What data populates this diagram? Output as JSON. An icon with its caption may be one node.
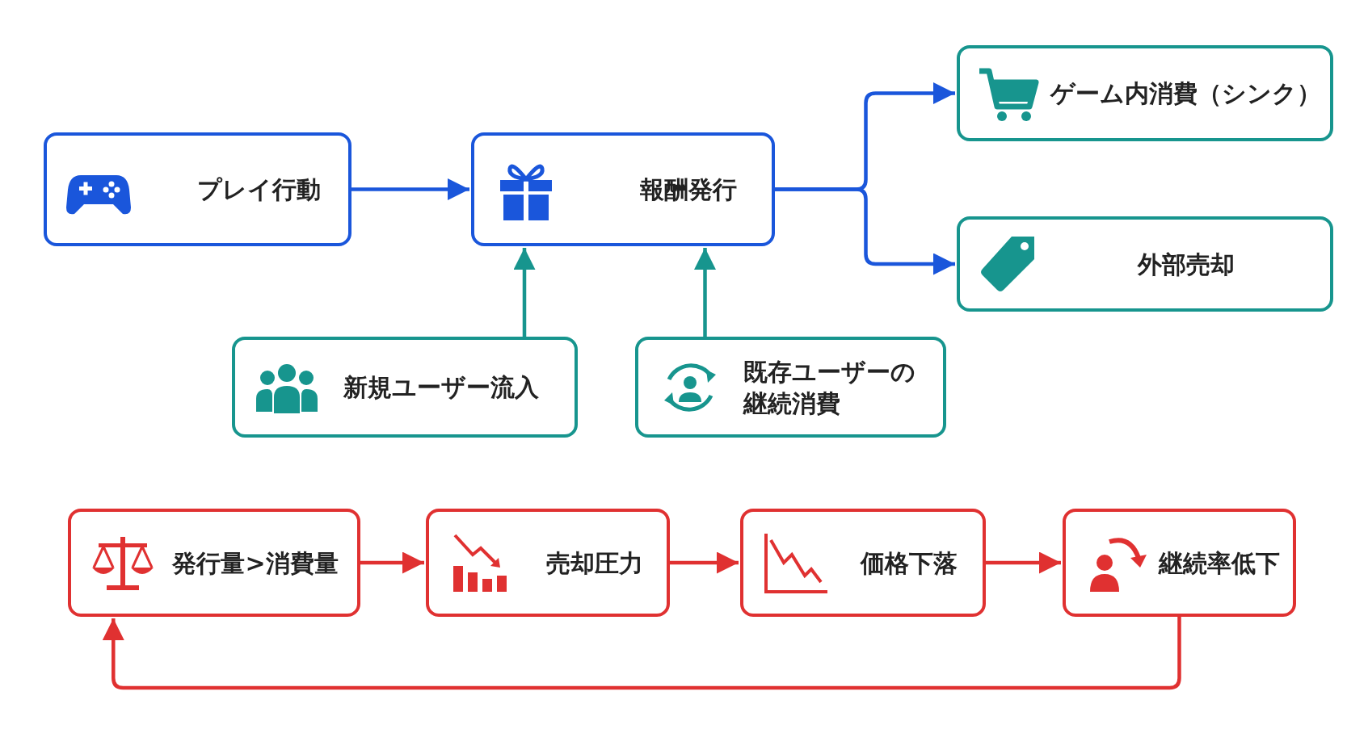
{
  "diagram": {
    "nodes": [
      {
        "text": [
          "プレイ行動"
        ]
      },
      {
        "text": [
          "報酬発行"
        ]
      },
      {
        "text": [
          "ゲーム内消費（シンク）"
        ]
      },
      {
        "text": [
          "外部売却"
        ]
      },
      {
        "text": [
          "新規ユーザー流入"
        ]
      },
      {
        "text": [
          "既存ユーザーの継続消費"
        ]
      },
      {
        "text": [
          "発行量>消費量"
        ]
      },
      {
        "text": [
          "売却圧力"
        ]
      },
      {
        "text": [
          "価格下落"
        ]
      },
      {
        "text": [
          "継続率低下"
        ]
      }
    ],
    "edges": [
      {
        "from": 0,
        "to": 1,
        "arrow": "to",
        "color": "#1a56db"
      },
      {
        "from": 1,
        "to": 2,
        "arrow": "to",
        "color": "#1a56db"
      },
      {
        "from": 1,
        "to": 3,
        "arrow": "to",
        "color": "#1a56db"
      },
      {
        "from": 4,
        "to": 1,
        "arrow": "to",
        "color": "#17958e"
      },
      {
        "from": 5,
        "to": 1,
        "arrow": "to",
        "color": "#17958e"
      },
      {
        "from": 6,
        "to": 7,
        "arrow": "to",
        "color": "#e03131"
      },
      {
        "from": 7,
        "to": 8,
        "arrow": "to",
        "color": "#e03131"
      },
      {
        "from": 8,
        "to": 9,
        "arrow": "to",
        "color": "#e03131"
      },
      {
        "from": 9,
        "to": 6,
        "arrow": "to",
        "color": "#e03131"
      }
    ]
  }
}
